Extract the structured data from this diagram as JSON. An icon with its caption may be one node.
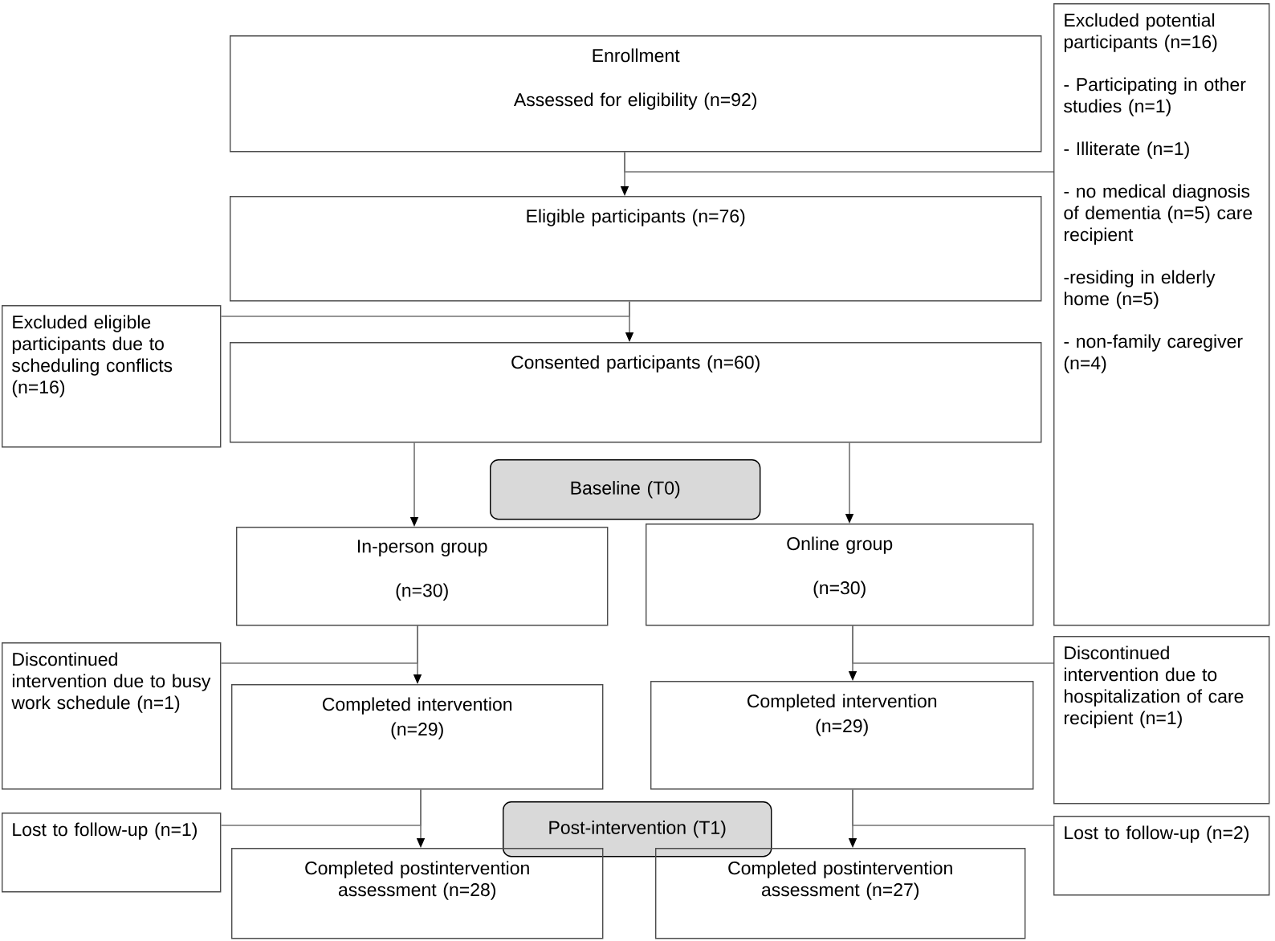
{
  "diagram": {
    "nodes": [
      {
        "text": [
          "Enrollment",
          "Assessed for eligibility (n=92)"
        ]
      },
      {
        "text": [
          "Excluded potential participants (n=16)",
          "- Participating in other studies (n=1)",
          "- Illiterate (n=1)",
          "- no medical diagnosis of dementia (n=5) care recipient",
          "-residing in elderly home (n=5)",
          "- non-family caregiver (n=4)"
        ]
      },
      {
        "text": [
          "Eligible participants (n=76)"
        ]
      },
      {
        "text": [
          "Excluded eligible participants due to scheduling conflicts (n=16)"
        ]
      },
      {
        "text": [
          "Consented participants (n=60)"
        ]
      },
      {
        "text": [
          "Baseline (T0)"
        ]
      },
      {
        "text": [
          "In-person group",
          "(n=30)"
        ]
      },
      {
        "text": [
          "Online group",
          "(n=30)"
        ]
      },
      {
        "text": [
          "Discontinued intervention due to busy work schedule (n=1)"
        ]
      },
      {
        "text": [
          "Completed intervention",
          "(n=29)"
        ]
      },
      {
        "text": [
          "Completed intervention",
          "(n=29)"
        ]
      },
      {
        "text": [
          "Discontinued intervention due to hospitalization of care recipient (n=1)"
        ]
      },
      {
        "text": [
          "Post-intervention (T1)"
        ]
      },
      {
        "text": [
          "Lost to follow-up (n=1)"
        ]
      },
      {
        "text": [
          "Completed postintervention assessment (n=28)"
        ]
      },
      {
        "text": [
          "Lost to follow-up (n=2)"
        ]
      },
      {
        "text": [
          "Completed postintervention assessment (n=27)"
        ]
      }
    ],
    "edges": [
      {
        "from": 0,
        "to": 2,
        "arrow": "to"
      },
      {
        "from": 0,
        "to": 1,
        "arrow": "none"
      },
      {
        "from": 2,
        "to": 4,
        "arrow": "to"
      },
      {
        "from": 2,
        "to": 3,
        "arrow": "none"
      },
      {
        "from": 4,
        "to": 6,
        "arrow": "to"
      },
      {
        "from": 4,
        "to": 7,
        "arrow": "to"
      },
      {
        "from": 6,
        "to": 9,
        "arrow": "to"
      },
      {
        "from": 6,
        "to": 8,
        "arrow": "none"
      },
      {
        "from": 7,
        "to": 10,
        "arrow": "to"
      },
      {
        "from": 7,
        "to": 11,
        "arrow": "none"
      },
      {
        "from": 9,
        "to": 14,
        "arrow": "to"
      },
      {
        "from": 9,
        "to": 13,
        "arrow": "none"
      },
      {
        "from": 10,
        "to": 16,
        "arrow": "to"
      },
      {
        "from": 10,
        "to": 15,
        "arrow": "none"
      }
    ]
  }
}
